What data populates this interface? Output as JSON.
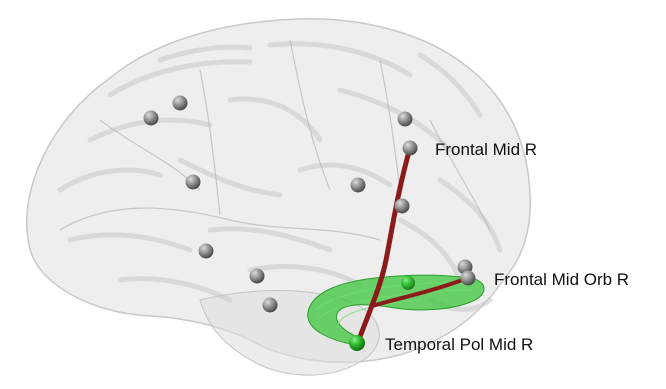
{
  "labels": {
    "frontal_mid": "Frontal Mid R",
    "frontal_mid_orb": "Frontal Mid Orb R",
    "temporal_pol_mid": "Temporal Pol Mid R"
  },
  "colors": {
    "background": "#ffffff",
    "brain_surface": "#e6e6e6",
    "gyri_shading": "#cfcfcf",
    "node": "#8a8a8a",
    "connection": "#8b1a1a",
    "tract": "#3cc43c",
    "label_text": "#111111"
  },
  "nodes_visible": 14,
  "edges": [
    [
      "frontal_mid",
      "temporal_pol_mid"
    ],
    [
      "temporal_pol_mid",
      "frontal_mid_orb"
    ]
  ]
}
